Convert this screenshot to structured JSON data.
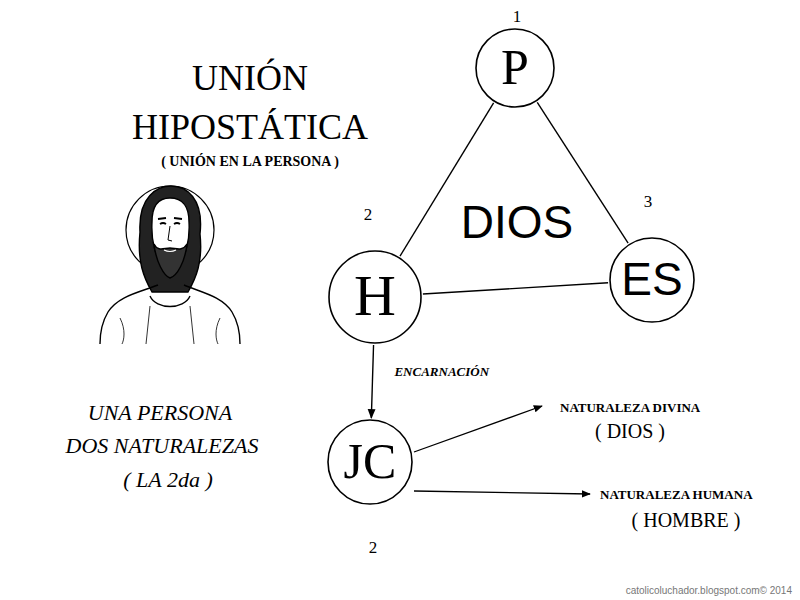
{
  "diagram": {
    "title": "UNIÓN HIPOSTÁTICA",
    "nodes": [
      {
        "text": [
          "P"
        ]
      },
      {
        "text": [
          "H"
        ]
      },
      {
        "text": [
          "ES"
        ]
      },
      {
        "text": [
          "JC"
        ]
      }
    ],
    "edges": [
      {
        "from": 0,
        "to": 1,
        "arrow": "none"
      },
      {
        "from": 1,
        "to": 2,
        "arrow": "none"
      },
      {
        "from": 0,
        "to": 2,
        "arrow": "none"
      },
      {
        "from": 1,
        "to": 3,
        "label": "ENCARNACIÓN",
        "arrow": "to"
      }
    ],
    "labels": [
      "( UNIÓN EN LA PERSONA )",
      "1",
      "2",
      "3",
      "DIOS",
      "UNA PERSONA",
      "DOS NATURALEZAS",
      "( LA 2da )",
      "NATURALEZA DIVINA",
      "( DIOS )",
      "NATURALEZA HUMANA",
      "( HOMBRE )",
      "2",
      "catolicoluchador.blogspot.com© 2014"
    ]
  }
}
